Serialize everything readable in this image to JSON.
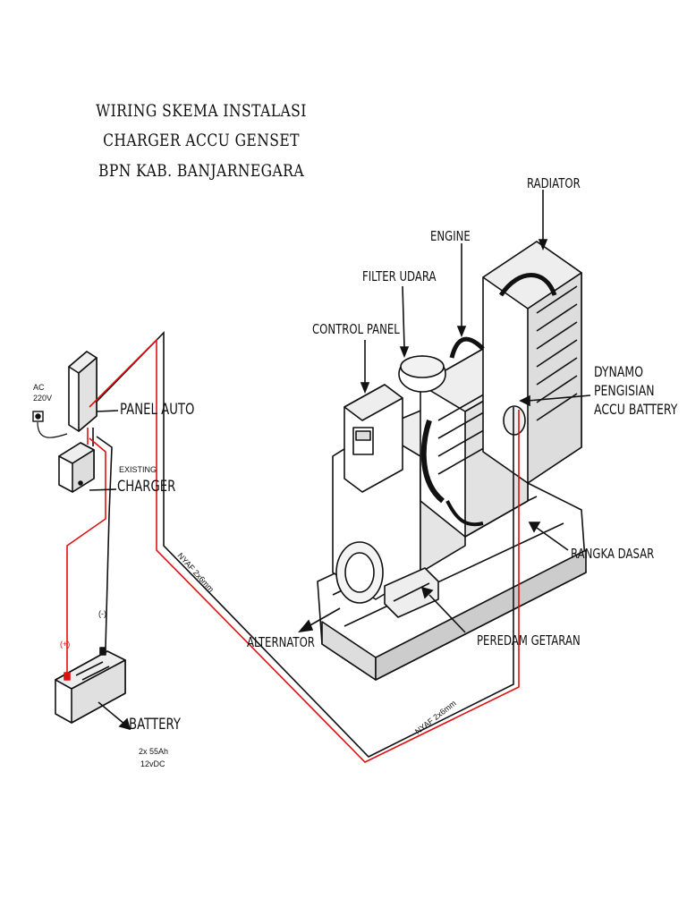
{
  "title": {
    "line1": "WIRING SKEMA INSTALASI",
    "line2": "CHARGER ACCU GENSET",
    "line3": "BPN KAB. BANJARNEGARA"
  },
  "labels": {
    "radiator": "RADIATOR",
    "engine": "ENGINE",
    "filter_udara": "FILTER UDARA",
    "control_panel": "CONTROL PANEL",
    "dynamo_line1": "DYNAMO",
    "dynamo_line2": "PENGISIAN",
    "dynamo_line3": "ACCU BATTERY",
    "panel_auto": "PANEL AUTO",
    "existing": "EXISTING",
    "charger": "CHARGER",
    "rangka_dasar": "RANGKA DASAR",
    "alternator": "ALTERNATOR",
    "peredam_getaran": "PEREDAM GETARAN",
    "battery": "BATTERY",
    "battery_spec1": "2x 55Ah",
    "battery_spec2": "12vDC",
    "ac_line1": "AC",
    "ac_line2": "220V",
    "negative": "(-)",
    "positive": "(+)",
    "cable1": "NYAF 2x6mm",
    "cable2": "NYAF 2x6mm"
  },
  "colors": {
    "wire_red": "#e01010",
    "wire_black": "#111111"
  }
}
